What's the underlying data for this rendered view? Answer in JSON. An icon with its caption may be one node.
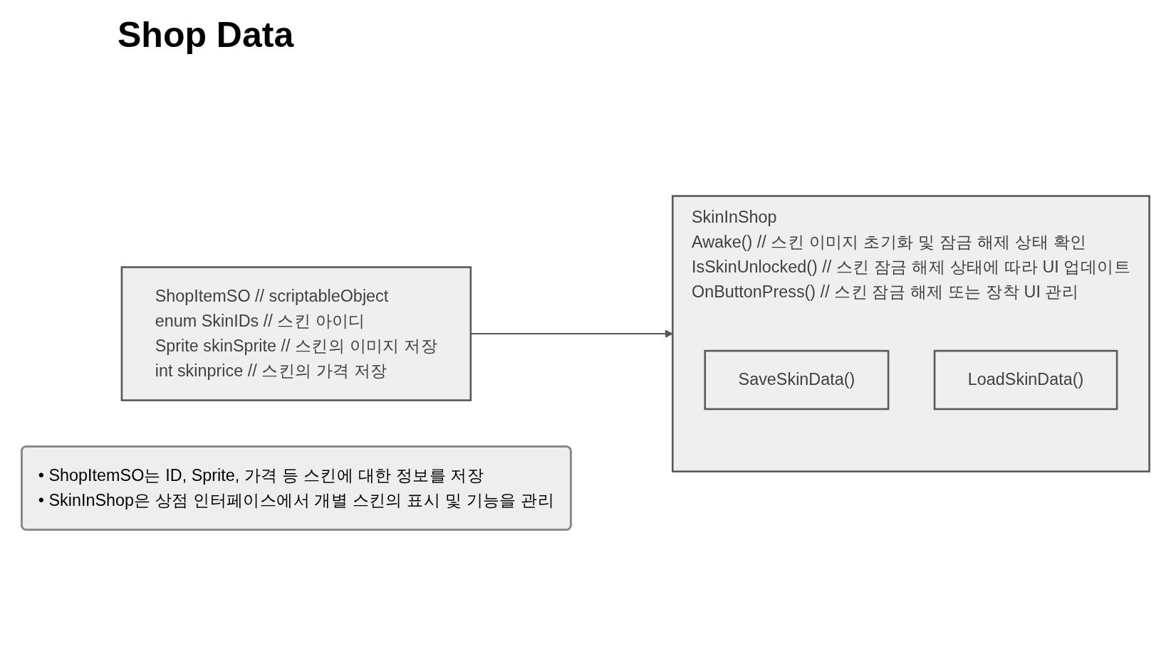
{
  "diagram": {
    "title": "Shop Data",
    "nodes": [
      {
        "text": [
          "ShopItemSO // scriptableObject",
          "enum SkinIDs // 스킨 아이디",
          "Sprite skinSprite // 스킨의 이미지 저장",
          "int skinprice // 스킨의 가격 저장"
        ]
      },
      {
        "text": [
          "SkinInShop",
          "Awake() // 스킨 이미지 초기화 및 잠금 해제 상태 확인",
          "IsSkinUnlocked() // 스킨 잠금 해제 상태에 따라 UI 업데이트",
          "OnButtonPress() // 스킨 잠금 해제 또는 장착 UI 관리"
        ]
      },
      {
        "text": [
          "SaveSkinData()"
        ],
        "in": 1
      },
      {
        "text": [
          "LoadSkinData()"
        ],
        "in": 1
      },
      {
        "text": [
          "• ShopItemSO는 ID, Sprite, 가격 등 스킨에 대한 정보를 저장",
          "• SkinInShop은 상점 인터페이스에서 개별 스킨의 표시 및 기능을 관리"
        ]
      }
    ],
    "edges": [
      {
        "from": 0,
        "to": 1,
        "arrow": "to"
      }
    ]
  }
}
